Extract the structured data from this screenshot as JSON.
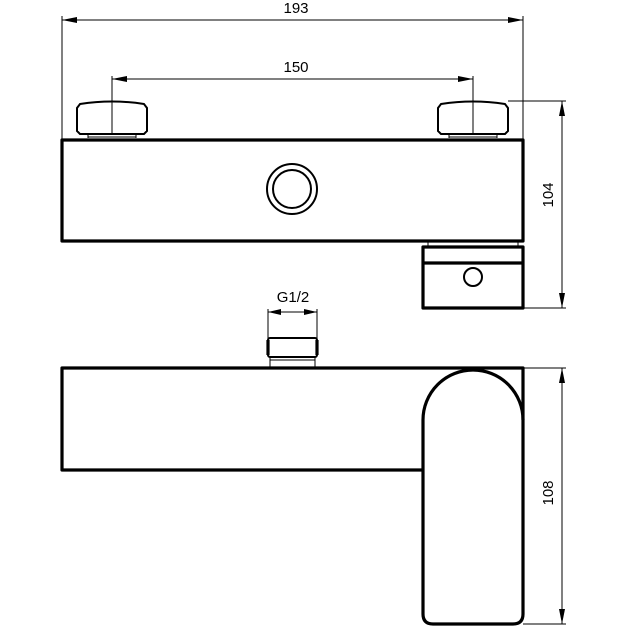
{
  "drawing": {
    "subject": "Wall-mounted shower mixer technical drawing",
    "views": [
      "top-view",
      "front-view"
    ],
    "colors": {
      "line": "#000000",
      "background": "#ffffff"
    }
  },
  "dimensions": {
    "overall_width": {
      "label": "193"
    },
    "connection_spacing": {
      "label": "150"
    },
    "top_view_depth": {
      "label": "104"
    },
    "outlet_thread": {
      "label": "G1/2"
    },
    "front_view_height": {
      "label": "108"
    }
  }
}
